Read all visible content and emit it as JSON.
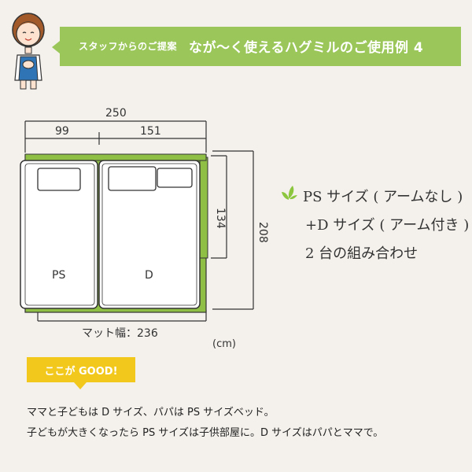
{
  "banner": {
    "small": "スタッフからのご提案",
    "big": "なが〜く使えるハグミルのご使用例 4"
  },
  "diagram": {
    "total_width": "250",
    "ps_width": "99",
    "d_width": "151",
    "d_depth": "134",
    "total_depth": "208",
    "ps_label": "PS",
    "d_label": "D",
    "mat_width": "マット幅：236",
    "unit": "(cm)"
  },
  "description": {
    "line1": "PS サイズ ( アームなし )",
    "line2": "+D サイズ ( アーム付き )",
    "line3": "2 台の組み合わせ"
  },
  "good": {
    "label": "ここが GOOD!",
    "text1": "ママと子どもは D サイズ、パパは PS サイズベッド。",
    "text2": "子どもが大きくなったら PS サイズは子供部屋に。D サイズはパパとママで。"
  },
  "colors": {
    "banner": "#9bc75a",
    "frame_green": "#8fbf45",
    "good_yellow": "#f2c81d",
    "leaf_green": "#8cc63f"
  }
}
